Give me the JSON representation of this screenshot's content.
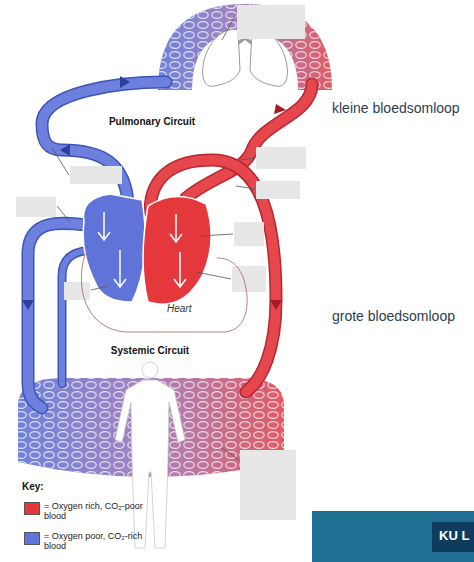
{
  "diagram": {
    "nodes": [
      {
        "text": [
          "Heart"
        ]
      }
    ],
    "labels": [
      "kleine bloedsomloop",
      "Pulmonary Circuit",
      "grote bloedsomloop",
      "Systemic Circuit",
      "Key:",
      "KU L"
    ],
    "legend": [
      {
        "text": "= Oxygen rich, CO₂-poor blood",
        "color": "#e5383d"
      },
      {
        "text": "= Oxygen poor, CO₂-rich blood",
        "color": "#5f73d9"
      }
    ]
  }
}
